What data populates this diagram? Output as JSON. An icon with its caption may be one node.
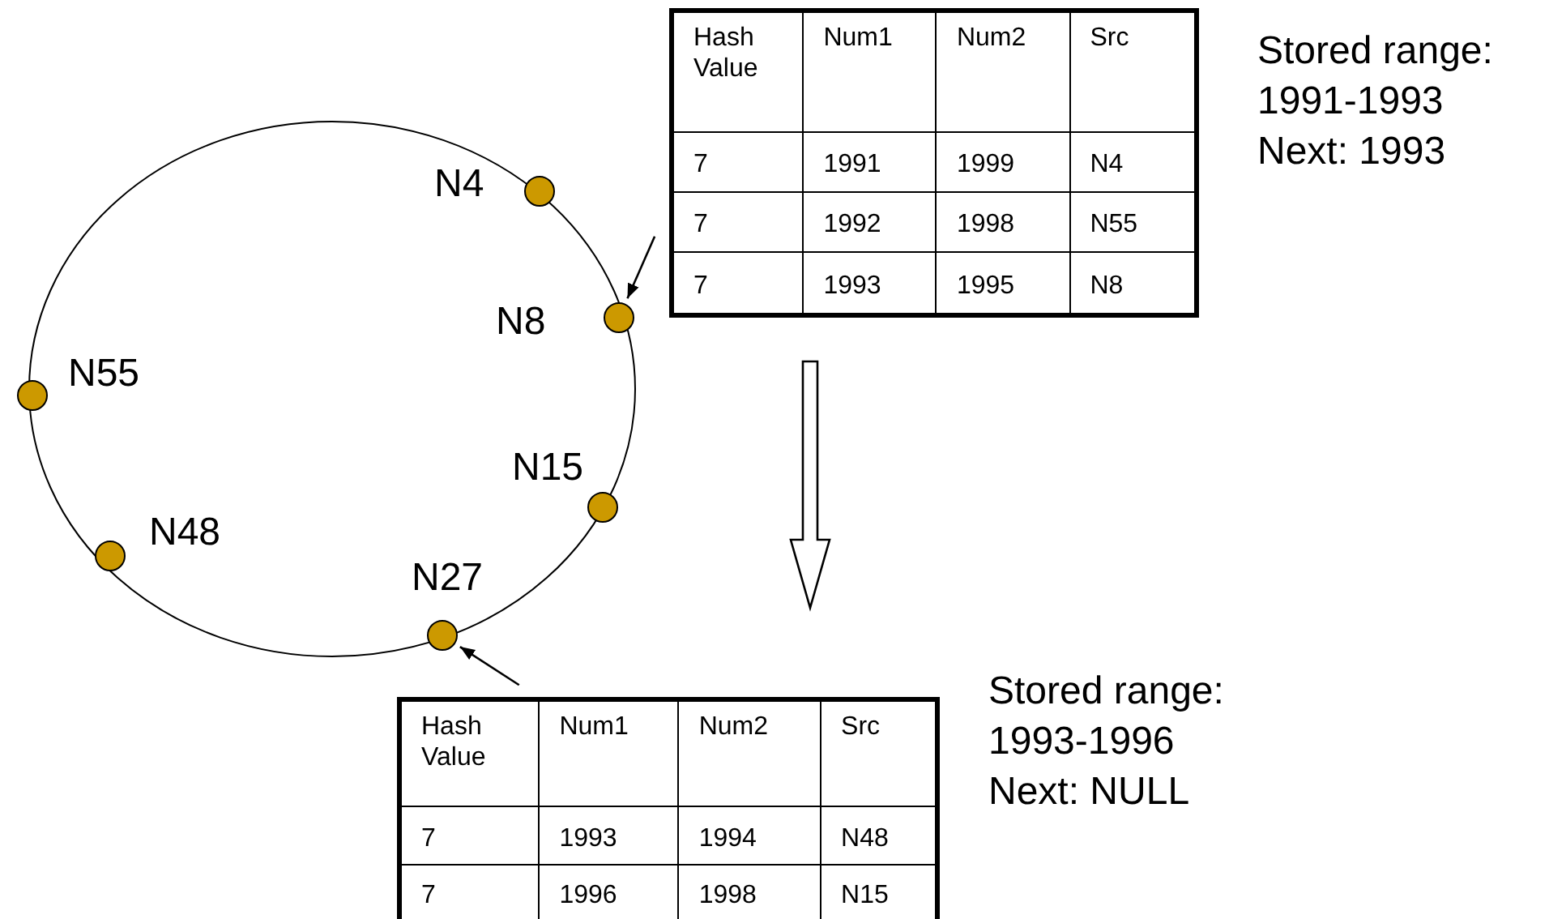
{
  "diagram": {
    "nodes": [
      {
        "text": [
          "Hash Value",
          "Num1",
          "Num2",
          "Src",
          "7",
          "1991",
          "1999",
          "N4",
          "7",
          "1992",
          "1998",
          "N55",
          "7",
          "1993",
          "1995",
          "N8"
        ],
        "beside": [
          "Stored range: 1991-1993",
          "Next: 1993"
        ]
      },
      {
        "text": [],
        "shape": "circle",
        "beside": [
          "N4"
        ]
      },
      {
        "text": [],
        "shape": "circle",
        "beside": [
          "N8"
        ]
      },
      {
        "text": [],
        "shape": "circle",
        "beside": [
          "N55"
        ]
      },
      {
        "text": [],
        "shape": "circle",
        "beside": [
          "N15"
        ]
      },
      {
        "text": [],
        "shape": "circle",
        "beside": [
          "N48"
        ]
      },
      {
        "text": [],
        "shape": "circle",
        "beside": [
          "N27"
        ]
      },
      {
        "text": [
          "Hash Value",
          "Num1",
          "Num2",
          "Src",
          "7",
          "1993",
          "1994",
          "N48",
          "7",
          "1996",
          "1998",
          "N15"
        ],
        "beside": [
          "Stored range: 1993-1996",
          "Next: NULL"
        ]
      }
    ],
    "edges": [
      {
        "from": 0,
        "to": 2,
        "arrow": "to"
      },
      {
        "from": 7,
        "to": 6,
        "arrow": "to"
      },
      {
        "from": 0,
        "to": 7,
        "arrow": "to",
        "style": "thick"
      }
    ]
  }
}
